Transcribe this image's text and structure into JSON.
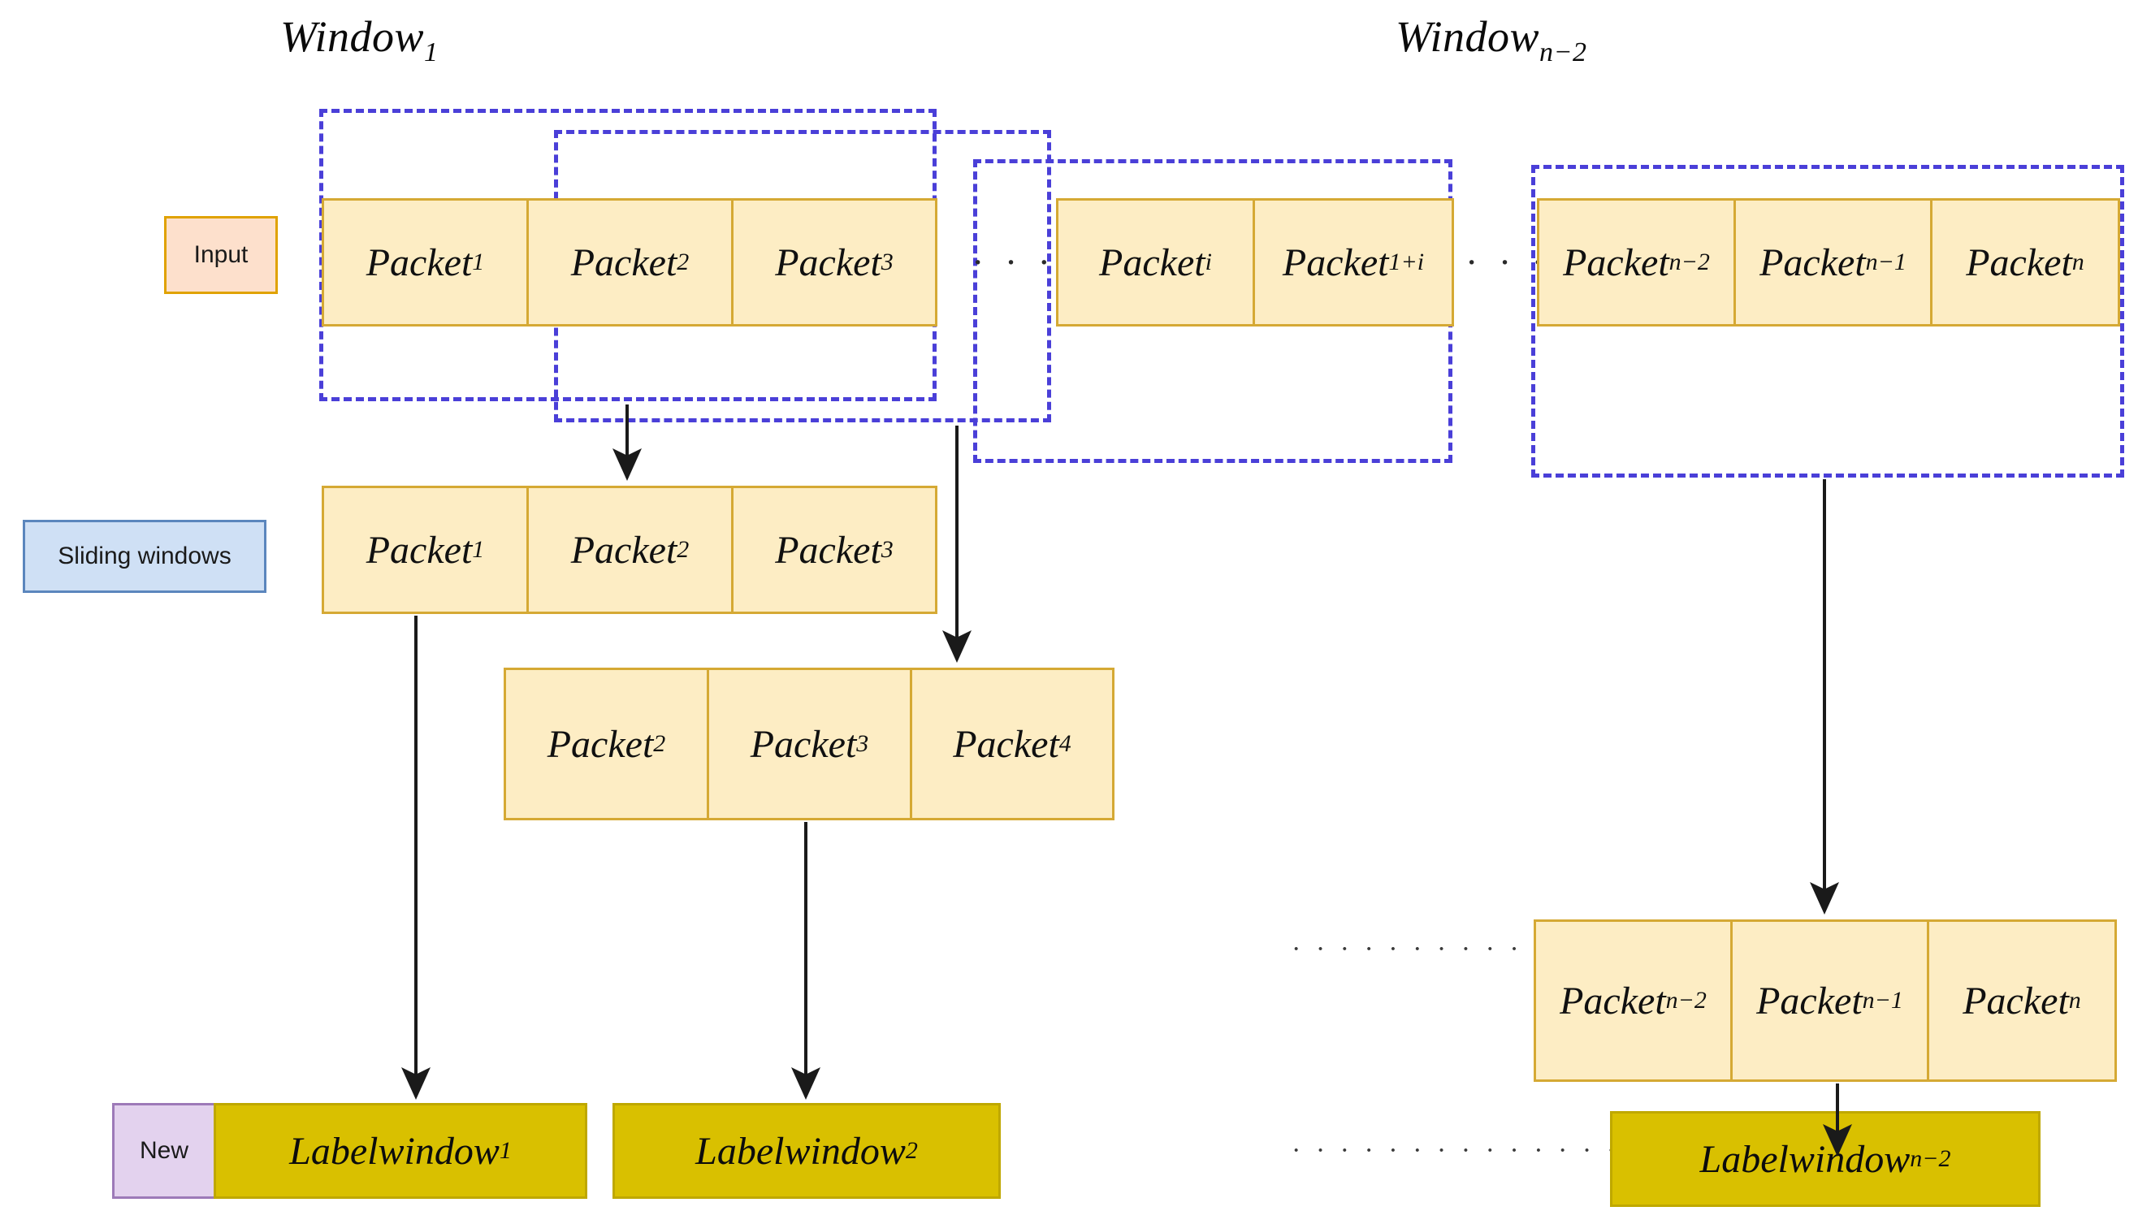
{
  "diagram": {
    "title_window_first": {
      "base": "Window",
      "sub": "1"
    },
    "title_window_last": {
      "base": "Window",
      "sub": "n−2"
    },
    "labels": {
      "input": "Input",
      "sliding_windows": "Sliding windows",
      "new": "New"
    },
    "input_row": {
      "packets": [
        {
          "base": "Packet",
          "sub": "1"
        },
        {
          "base": "Packet",
          "sub": "2"
        },
        {
          "base": "Packet",
          "sub": "3"
        }
      ],
      "packets_mid": [
        {
          "base": "Packet",
          "sub": "i"
        },
        {
          "base": "Packet",
          "sub": "1+i"
        }
      ],
      "packets_end": [
        {
          "base": "Packet",
          "sub": "n−2"
        },
        {
          "base": "Packet",
          "sub": "n−1"
        },
        {
          "base": "Packet",
          "sub": "n"
        }
      ]
    },
    "sliding_rows": [
      {
        "id": "window-1",
        "packets": [
          {
            "base": "Packet",
            "sub": "1"
          },
          {
            "base": "Packet",
            "sub": "2"
          },
          {
            "base": "Packet",
            "sub": "3"
          }
        ]
      },
      {
        "id": "window-2",
        "packets": [
          {
            "base": "Packet",
            "sub": "2"
          },
          {
            "base": "Packet",
            "sub": "3"
          },
          {
            "base": "Packet",
            "sub": "4"
          }
        ]
      },
      {
        "id": "window-n-2",
        "packets": [
          {
            "base": "Packet",
            "sub": "n−2"
          },
          {
            "base": "Packet",
            "sub": "n−1"
          },
          {
            "base": "Packet",
            "sub": "n"
          }
        ]
      }
    ],
    "label_windows": [
      {
        "base": "Labelwindow",
        "sub": "1"
      },
      {
        "base": "Labelwindow",
        "sub": "2"
      },
      {
        "base": "Labelwindow",
        "sub": "n−2"
      }
    ],
    "ellipses": {
      "input_mid": "· · · ·",
      "input_right": "· · · ·",
      "bottom_packets": "· · · · · · · · · · · · · ·",
      "bottom_labels": "· · · · · · · · · · · · · ·"
    },
    "colors": {
      "packet_fill": "#fdedc4",
      "packet_border": "#d5a934",
      "window_dash": "#4a3fd8",
      "labelwindow_fill": "#d9c000",
      "labelwindow_border": "#bfa800",
      "input_tag_fill": "#fde0cc",
      "input_tag_border": "#e0a200",
      "sliding_tag_fill": "#cfe0f5",
      "sliding_tag_border": "#5b86bd",
      "new_tag_fill": "#e3d2ee",
      "new_tag_border": "#9d7ab8",
      "arrow": "#1a1a1a",
      "background": "#ffffff"
    }
  }
}
